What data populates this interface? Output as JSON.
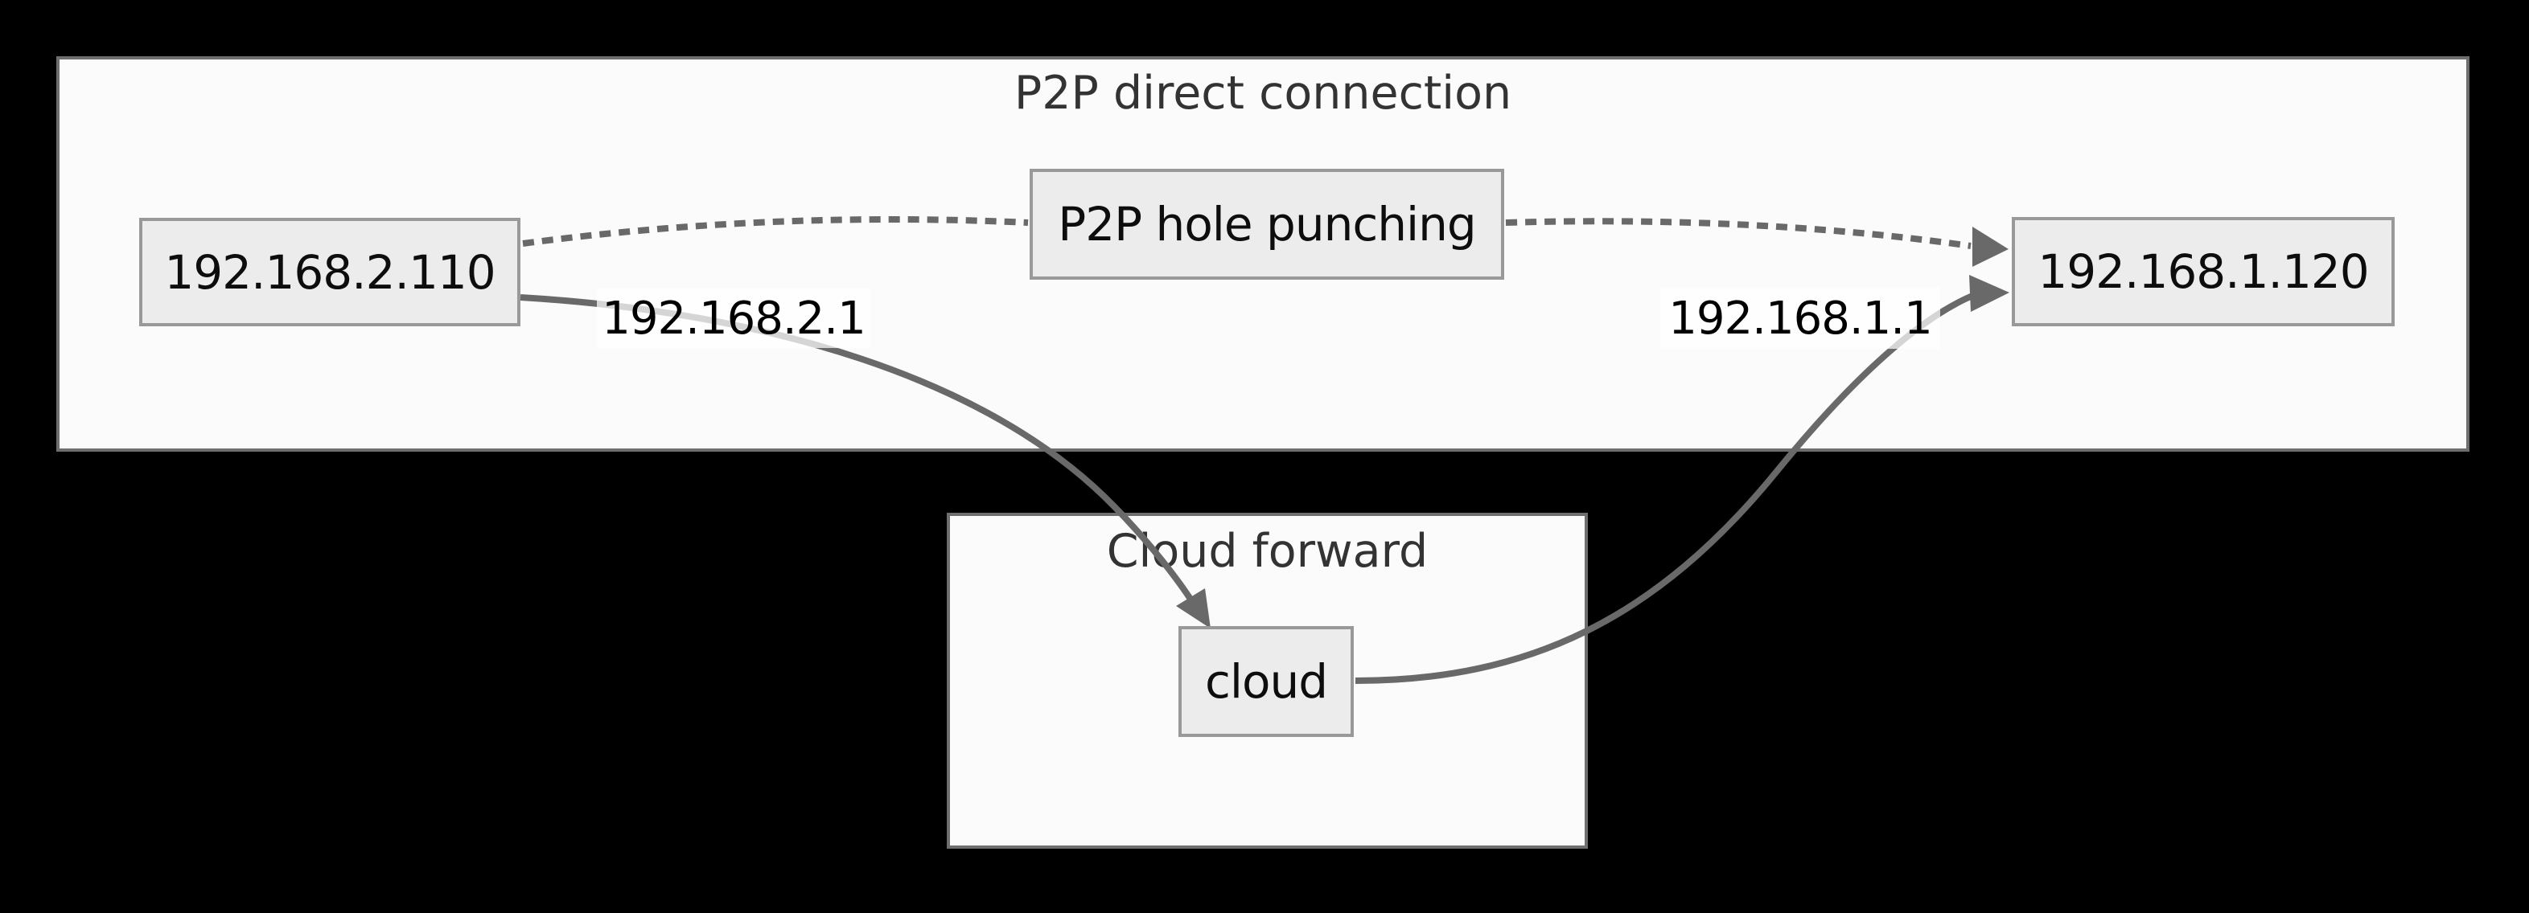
{
  "clusters": {
    "p2p": {
      "title": "P2P direct connection"
    },
    "cloud": {
      "title": "Cloud forward"
    }
  },
  "nodes": {
    "peer_a": {
      "label": "192.168.2.110"
    },
    "hole_punching": {
      "label": "P2P hole punching"
    },
    "peer_b": {
      "label": "192.168.1.120"
    },
    "cloud": {
      "label": "cloud"
    }
  },
  "edges": {
    "a_to_cloud": {
      "label": "192.168.2.1",
      "style": "solid-arrow"
    },
    "cloud_to_b": {
      "label": "192.168.1.1",
      "style": "solid-arrow"
    },
    "a_to_hole": {
      "style": "dotted"
    },
    "hole_to_b": {
      "style": "dotted-arrow"
    }
  },
  "colors": {
    "background": "#000000",
    "cluster_fill": "#fbfbfb",
    "cluster_border": "#6e6e6e",
    "node_fill": "#ececec",
    "node_border": "#999999",
    "edge": "#696969",
    "title_text": "#333333",
    "node_text": "#0d0d0d"
  }
}
